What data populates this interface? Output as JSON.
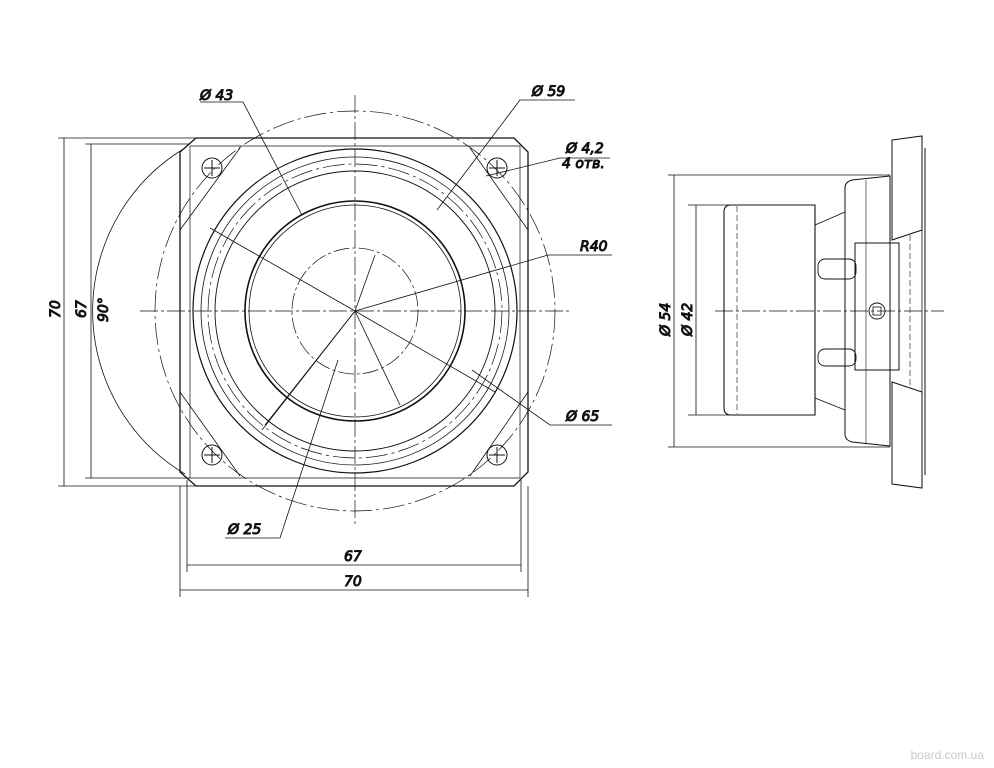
{
  "drawing": {
    "front_view": {
      "dim_d43": "Ø 43",
      "dim_d59": "Ø 59",
      "dim_hole": "Ø 4,2",
      "dim_hole_count": "4 отв.",
      "dim_r40": "R40",
      "dim_d65": "Ø 65",
      "dim_d25": "Ø 25",
      "dim_h67": "67",
      "dim_h70": "70",
      "dim_v70": "70",
      "dim_v67": "67",
      "dim_angle": "90°"
    },
    "side_view": {
      "dim_d54": "Ø 54",
      "dim_d42": "Ø 42"
    }
  },
  "watermark": "board.com.ua"
}
